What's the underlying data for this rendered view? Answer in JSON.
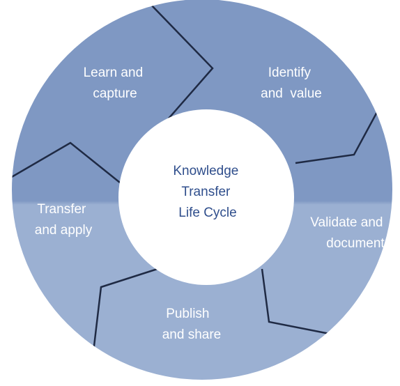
{
  "diagram": {
    "center_title": [
      "Knowledge",
      "Transfer",
      "Life Cycle"
    ],
    "stages": [
      {
        "lines": [
          "Learn and",
          "capture"
        ]
      },
      {
        "lines": [
          "Identify",
          "and  value"
        ]
      },
      {
        "lines": [
          "Validate and",
          "document"
        ]
      },
      {
        "lines": [
          "Publish",
          "and share"
        ]
      },
      {
        "lines": [
          "Transfer",
          "and apply"
        ]
      }
    ]
  },
  "colors": {
    "ring_top": "#7f98c3",
    "ring_bottom": "#9bb0d2",
    "divider": "#1f2a44",
    "center_fill": "#ffffff",
    "center_text": "#2f4e8c",
    "label_text": "#ffffff"
  }
}
